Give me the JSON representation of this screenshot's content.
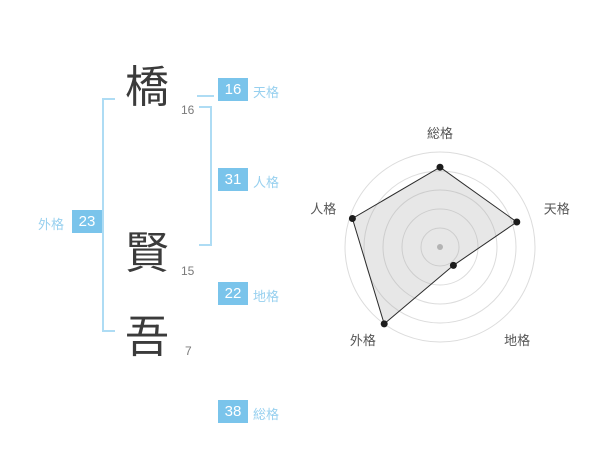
{
  "page": {
    "background": "#ffffff"
  },
  "name_panel": {
    "characters": [
      {
        "char": "橋",
        "strokes": "16"
      },
      {
        "char": "賢",
        "strokes": "15"
      },
      {
        "char": "吾",
        "strokes": "7"
      }
    ],
    "badges": {
      "tenkaku": {
        "value": "16",
        "label": "天格"
      },
      "jinkaku": {
        "value": "31",
        "label": "人格"
      },
      "chikaku": {
        "value": "22",
        "label": "地格"
      },
      "gaikaku": {
        "value": "23",
        "label": "外格"
      },
      "soukaku": {
        "value": "38",
        "label": "総格"
      }
    }
  },
  "colors": {
    "badge": "#7ac4eb",
    "label": "#97d0ef",
    "bracket": "#aedcf4",
    "polygon_stroke": "#2b2b2b",
    "ring": "#dcdcdc"
  },
  "chart_data": {
    "type": "radar",
    "title": "",
    "axes": [
      "総格",
      "天格",
      "地格",
      "外格",
      "人格"
    ],
    "values": [
      84,
      85,
      24,
      100,
      97
    ],
    "max": 100,
    "rings": 5,
    "grid": "concentric-circles",
    "legend": "none"
  }
}
